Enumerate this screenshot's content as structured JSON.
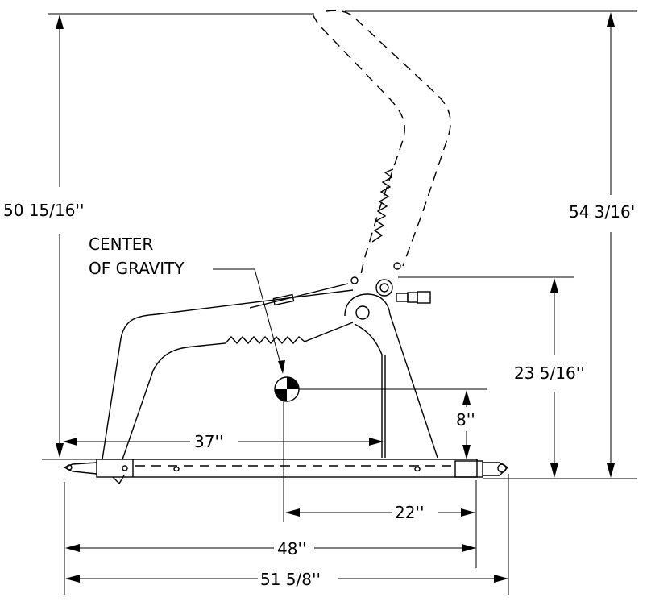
{
  "dimensions": {
    "overall_height_lowered": "50 15/16''",
    "overall_height_raised": "54 3/16'",
    "pivot_height": "23 5/16''",
    "cg_height": "8''",
    "cg_from_rear": "37''",
    "cg_from_front": "22''",
    "frame_length": "48''",
    "overall_length": "51 5/8''"
  },
  "labels": {
    "cog_line1": "CENTER",
    "cog_line2": "OF GRAVITY"
  }
}
